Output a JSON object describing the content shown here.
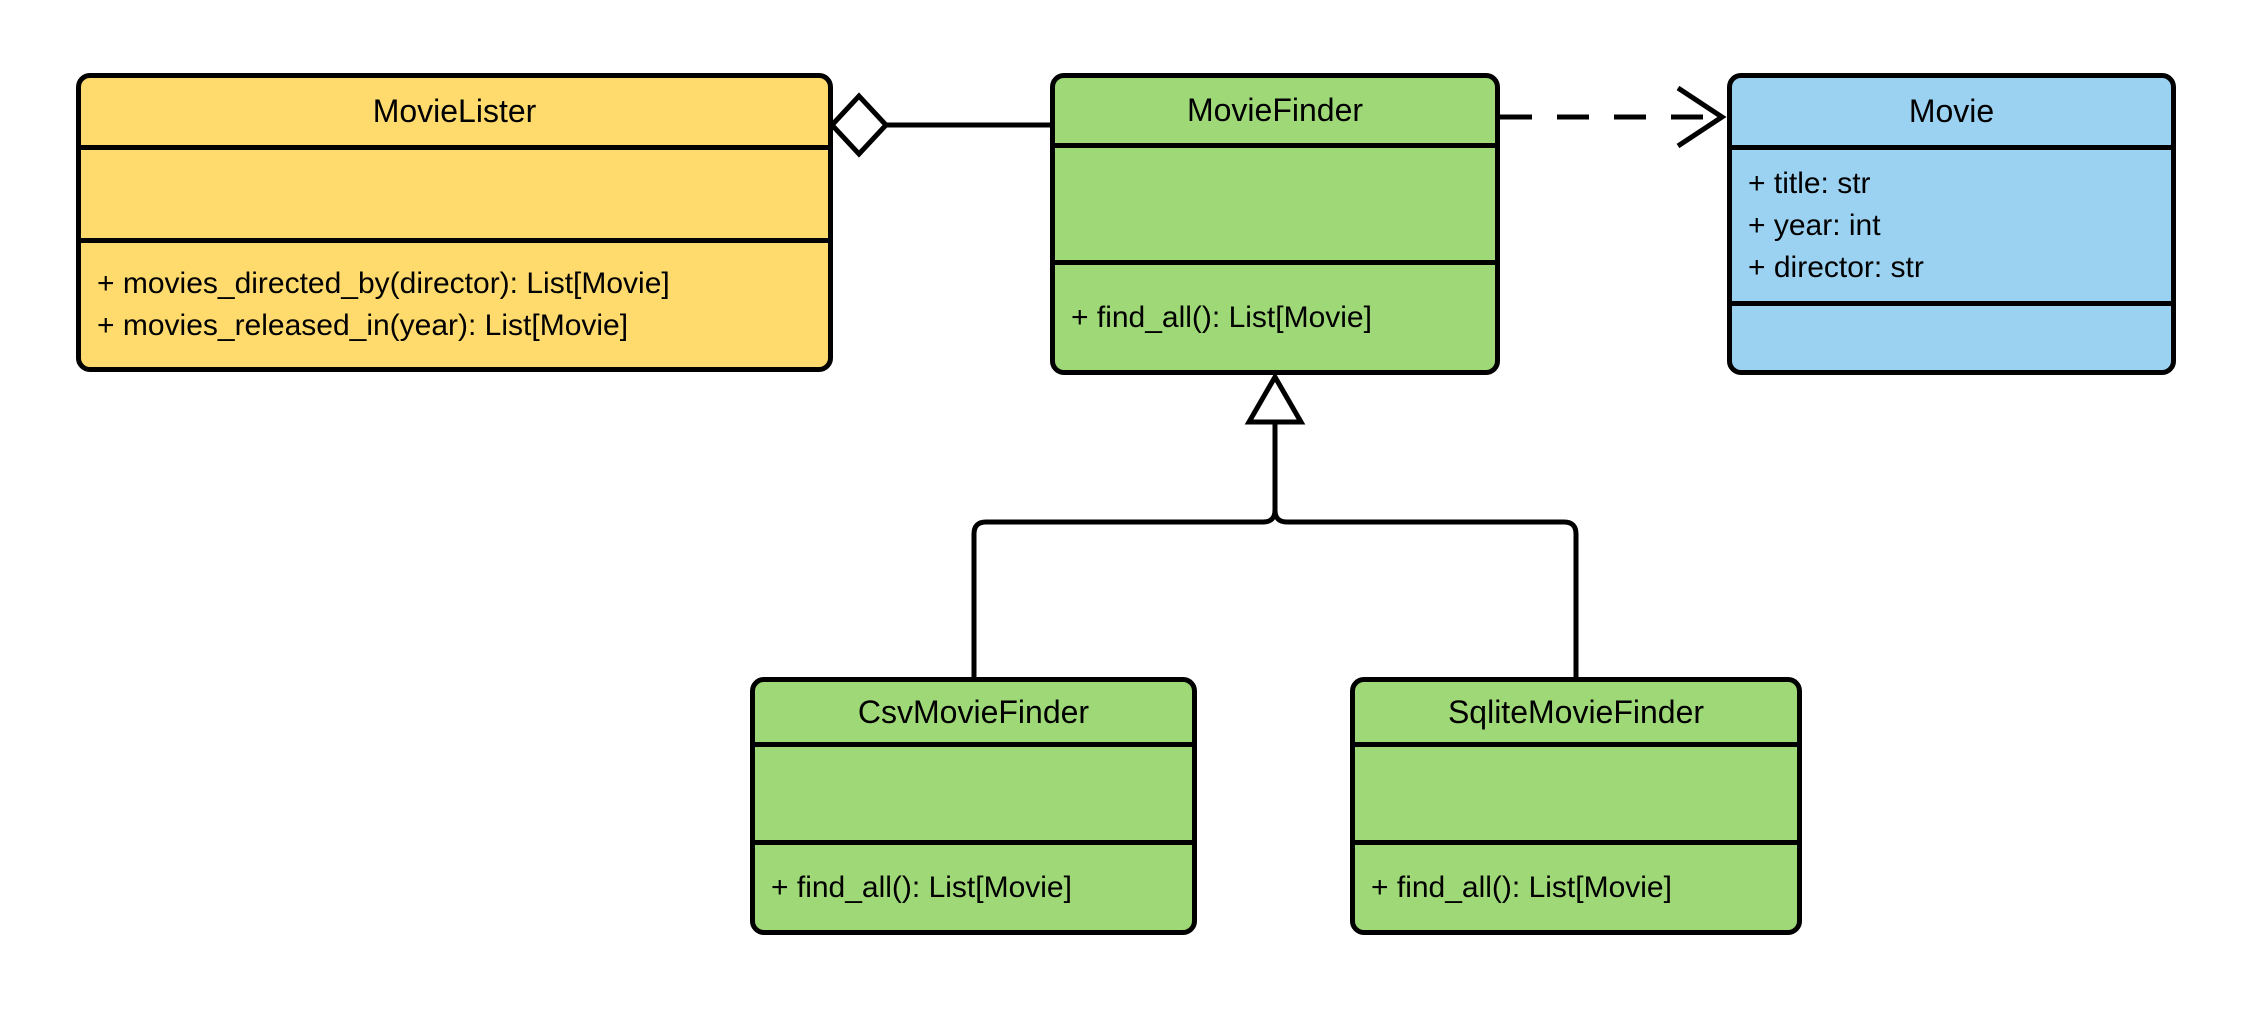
{
  "diagram": {
    "background": "#FFFFFF",
    "stroke_color": "#000000",
    "palette": {
      "yellow_fill": "#FFDB6E",
      "green_fill": "#9FD877",
      "blue_fill": "#9BD2F1"
    },
    "classes": {
      "movie_lister": {
        "title": "MovieLister",
        "attributes": [],
        "methods": [
          "+ movies_directed_by(director): List[Movie]",
          "+ movies_released_in(year): List[Movie]"
        ],
        "fill": "#FFDB6E"
      },
      "movie_finder": {
        "title": "MovieFinder",
        "attributes": [],
        "methods": [
          "+ find_all(): List[Movie]"
        ],
        "fill": "#9FD877"
      },
      "movie": {
        "title": "Movie",
        "attributes": [
          "+ title: str",
          "+ year: int",
          "+ director: str"
        ],
        "methods": [],
        "fill": "#9BD2F1"
      },
      "csv_movie_finder": {
        "title": "CsvMovieFinder",
        "attributes": [],
        "methods": [
          "+ find_all(): List[Movie]"
        ],
        "fill": "#9FD877"
      },
      "sqlite_movie_finder": {
        "title": "SqliteMovieFinder",
        "attributes": [],
        "methods": [
          "+ find_all(): List[Movie]"
        ],
        "fill": "#9FD877"
      }
    },
    "relationships": [
      {
        "type": "aggregation",
        "from": "MovieLister",
        "to": "MovieFinder",
        "line": "solid",
        "marker": "hollow-diamond-at-MovieLister"
      },
      {
        "type": "dependency",
        "from": "MovieFinder",
        "to": "Movie",
        "line": "dashed",
        "marker": "open-arrow-at-Movie"
      },
      {
        "type": "inheritance",
        "from": "CsvMovieFinder",
        "to": "MovieFinder",
        "line": "solid",
        "marker": "hollow-triangle-at-MovieFinder"
      },
      {
        "type": "inheritance",
        "from": "SqliteMovieFinder",
        "to": "MovieFinder",
        "line": "solid",
        "marker": "hollow-triangle-at-MovieFinder"
      }
    ]
  }
}
